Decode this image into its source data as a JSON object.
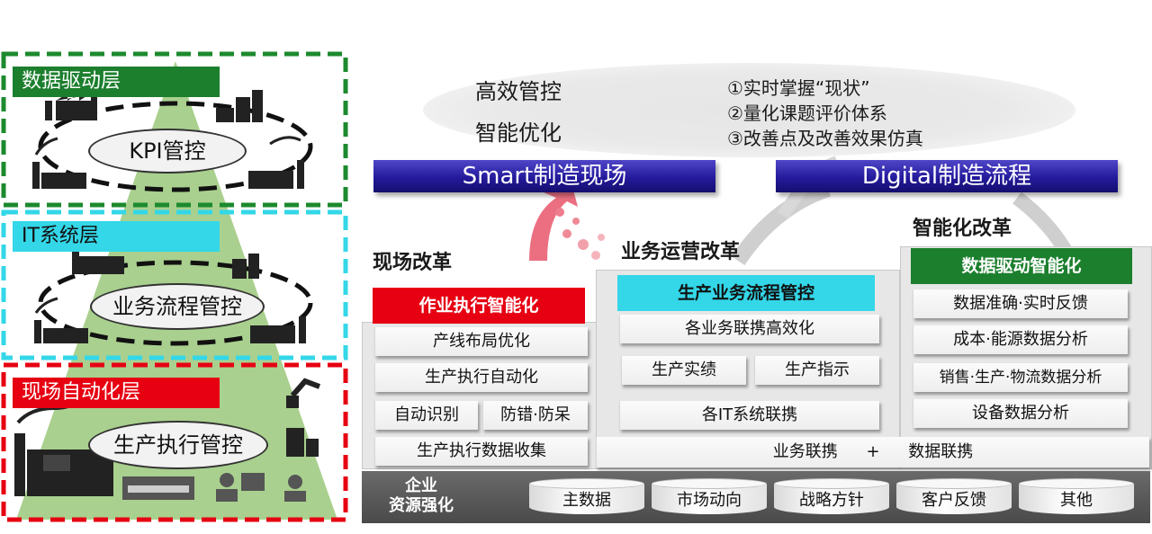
{
  "layers": {
    "data_driven": "数据驱动层",
    "it_system": "IT系统层",
    "field_automation": "现场自动化层"
  },
  "pyramid": {
    "kpi": "KPI管控",
    "business_flow": "业务流程管控",
    "production": "生产执行管控"
  },
  "top": {
    "left_line1": "高效管控",
    "left_line2": "智能优化",
    "items": [
      "①实时掌握“现状”",
      "②量化课题评价体系",
      "③改善点及改善效果仿真"
    ],
    "banner_left": "Smart制造现场",
    "banner_right": "Digital制造流程"
  },
  "field_reform": {
    "title": "现场改革",
    "header": "作业执行智能化",
    "items": [
      "产线布局优化",
      "生产执行自动化"
    ],
    "pair": [
      "自动识别",
      "防错·防呆"
    ],
    "last": "生产执行数据收集"
  },
  "business_reform": {
    "title": "业务运营改革",
    "header": "生产业务流程管控",
    "item1": "各业务联携高效化",
    "pair": [
      "生产实绩",
      "生产指示"
    ],
    "item2": "各IT系统联携",
    "link_left": "业务联携",
    "plus": "+",
    "link_right": "数据联携"
  },
  "intelligent_reform": {
    "title": "智能化改革",
    "header": "数据驱动智能化",
    "items": [
      "数据准确·实时反馈",
      "成本·能源数据分析",
      "销售·生产·物流数据分析",
      "设备数据分析"
    ]
  },
  "enterprise": {
    "title_line1": "企业",
    "title_line2": "资源强化",
    "cylinders": [
      "主数据",
      "市场动向",
      "战略方针",
      "客户反馈",
      "其他"
    ]
  },
  "colors": {
    "green": "#1c7f2e",
    "cyan": "#33d7e8",
    "red": "#e60012",
    "banner_blue": "#241a9c"
  }
}
